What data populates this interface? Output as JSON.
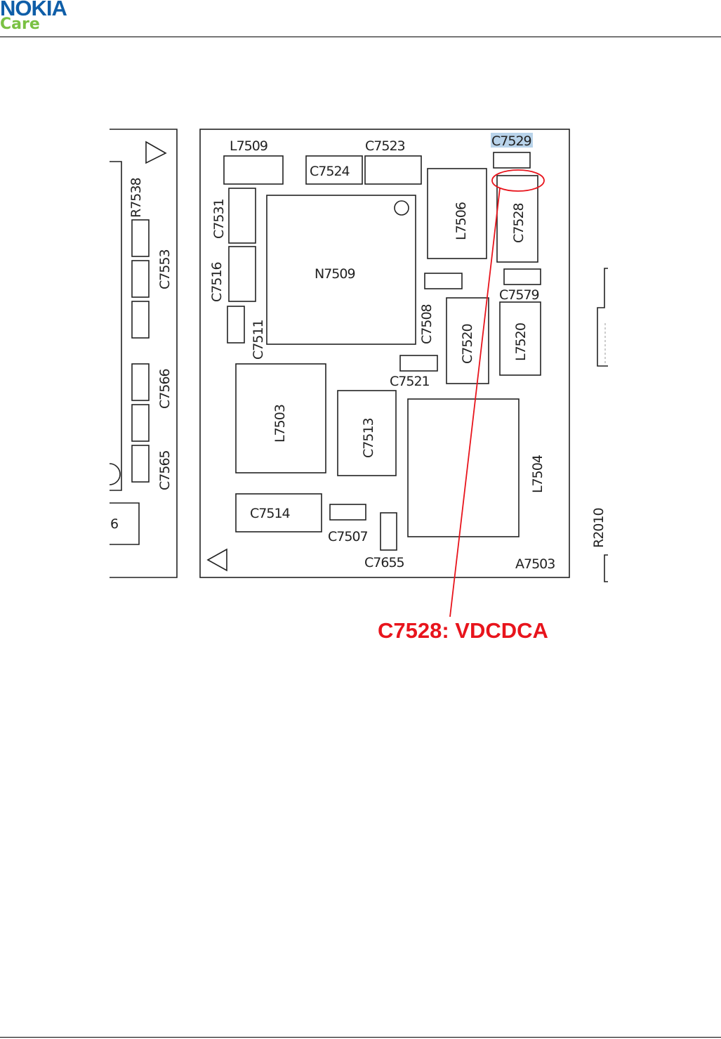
{
  "header": {
    "brand": "NOKIA",
    "sub_brand": "Care"
  },
  "board": {
    "name": "A7503",
    "components": {
      "L7509": "L7509",
      "C7523": "C7523",
      "C7529": "C7529",
      "C7524": "C7524",
      "C7531": "C7531",
      "L7506": "L7506",
      "C7528": "C7528",
      "C7516": "C7516",
      "N7509": "N7509",
      "C7579": "C7579",
      "C7511": "C7511",
      "C7508": "C7508",
      "C7520": "C7520",
      "L7520": "L7520",
      "C7521": "C7521",
      "L7503": "L7503",
      "C7513": "C7513",
      "L7504": "L7504",
      "C7514": "C7514",
      "C7507": "C7507",
      "C7655": "C7655",
      "R7538": "R7538",
      "C7553": "C7553",
      "C7566": "C7566",
      "C7565": "C7565",
      "R2010": "R2010",
      "left_partial_label": "6"
    }
  },
  "callout": {
    "text": "C7528: VDCDCA",
    "color": "#e8141c"
  },
  "highlight_color": "#b8d3ea"
}
